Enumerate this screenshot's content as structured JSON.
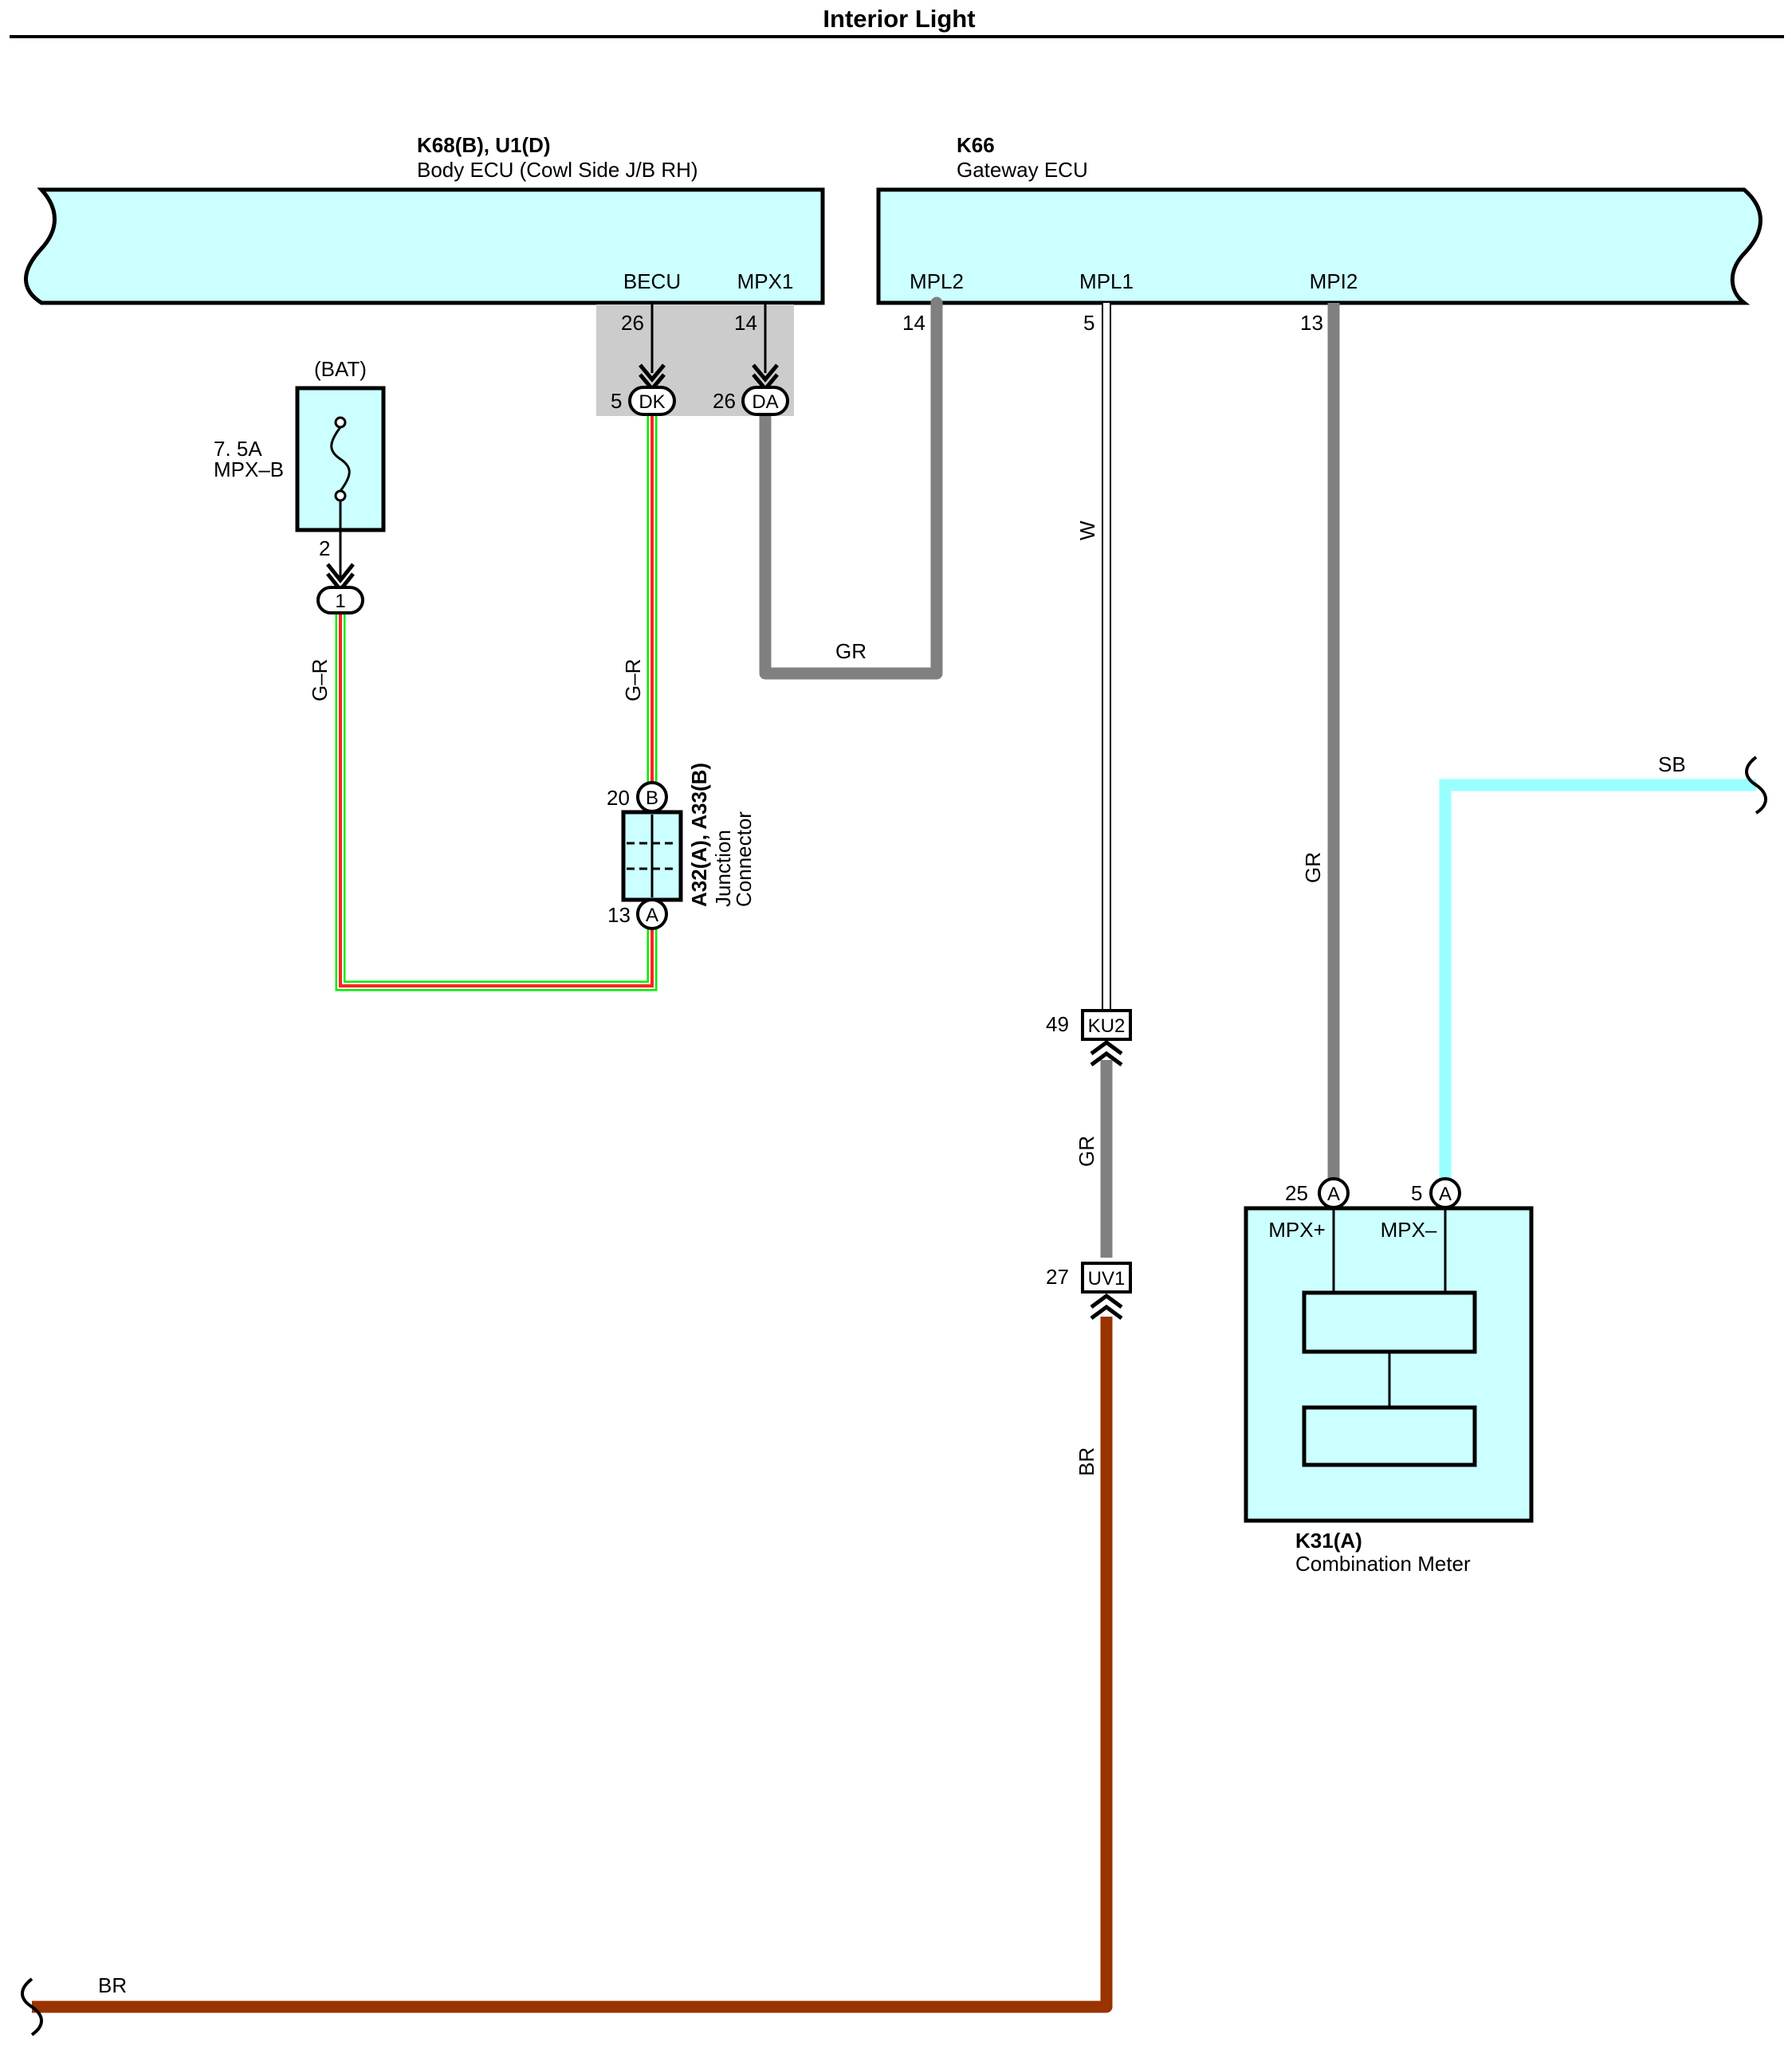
{
  "title": "Interior Light",
  "colors": {
    "ecu_fill": "#ccffff",
    "gr": "#808080",
    "w": "#ffffff",
    "sb": "#99ffff",
    "br": "#993300",
    "green": "#00ee00",
    "red": "#ff2222",
    "grey_box": "#cccccc"
  },
  "body_ecu": {
    "code": "K68(B), U1(D)",
    "name": "Body ECU (Cowl Side J/B RH)",
    "pins": [
      {
        "label": "BECU",
        "num": "26"
      },
      {
        "label": "MPX1",
        "num": "14"
      }
    ]
  },
  "gateway_ecu": {
    "code": "K66",
    "name": "Gateway ECU",
    "pins": [
      {
        "label": "MPL2",
        "num": "14"
      },
      {
        "label": "MPL1",
        "num": "5"
      },
      {
        "label": "MPI2",
        "num": "13"
      }
    ]
  },
  "fuse": {
    "source": "(BAT)",
    "rating": "7. 5A",
    "name": "MPX–B",
    "out_pin": "2",
    "connector": "1"
  },
  "connectors": {
    "dk": {
      "pin": "5",
      "name": "DK"
    },
    "da": {
      "pin": "26",
      "name": "DA"
    },
    "ku2": {
      "pin": "49",
      "name": "KU2"
    },
    "uv1": {
      "pin": "27",
      "name": "UV1"
    }
  },
  "junction": {
    "code": "A32(A), A33(B)",
    "line1": "Junction",
    "line2": "Connector",
    "top": {
      "pin": "20",
      "name": "B"
    },
    "bottom": {
      "pin": "13",
      "name": "A"
    }
  },
  "meter": {
    "code": "K31(A)",
    "name": "Combination Meter",
    "pins": [
      {
        "label": "MPX+",
        "num": "25",
        "name": "A"
      },
      {
        "label": "MPX–",
        "num": "5",
        "name": "A"
      }
    ]
  },
  "wires": {
    "gr_left": "G–R",
    "gr_mid": "G–R",
    "gr_da": "GR",
    "w": "W",
    "gr_mpi2": "GR",
    "gr_ku2": "GR",
    "br_vertical": "BR",
    "br_bottom": "BR",
    "sb": "SB"
  }
}
